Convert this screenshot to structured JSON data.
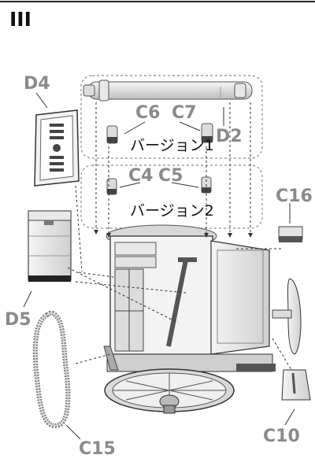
{
  "step": "III",
  "versions": {
    "v1": "バージョン1",
    "v2": "バージョン2"
  },
  "parts": {
    "D4": "D4",
    "C6": "C6",
    "C7": "C7",
    "D2": "D2",
    "C4": "C4",
    "C5": "C5",
    "C16": "C16",
    "D5": "D5",
    "C15": "C15",
    "C10": "C10"
  }
}
